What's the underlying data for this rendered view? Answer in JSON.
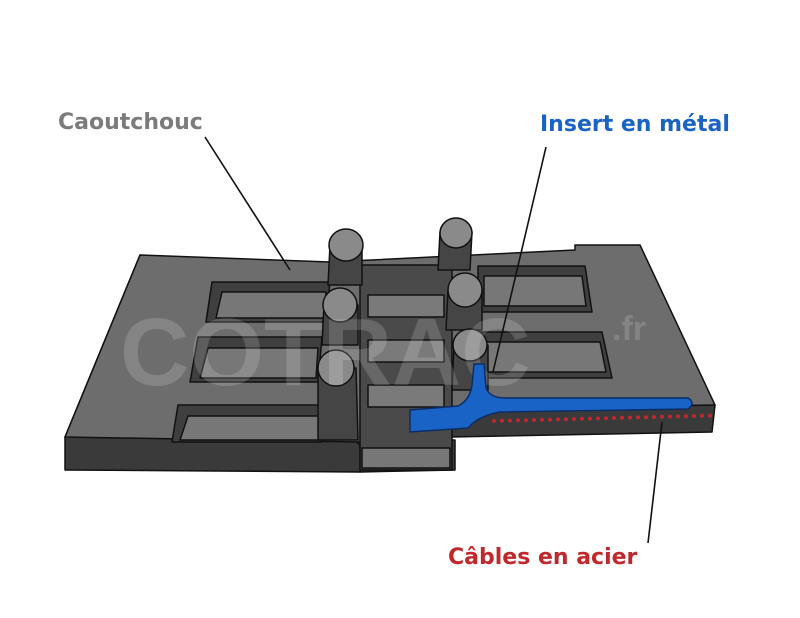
{
  "labels": {
    "rubber": "Caoutchouc",
    "metal_insert": "Insert en métal",
    "steel_cables": "Câbles en acier"
  },
  "watermark": "COTRAC.fr",
  "colors": {
    "rubber_label": "#7b7b7b",
    "metal_insert": "#1a63c6",
    "steel_cables": "#c1282b",
    "rubber_top": "#6d6d6d",
    "rubber_dark": "#3d3d3d"
  }
}
